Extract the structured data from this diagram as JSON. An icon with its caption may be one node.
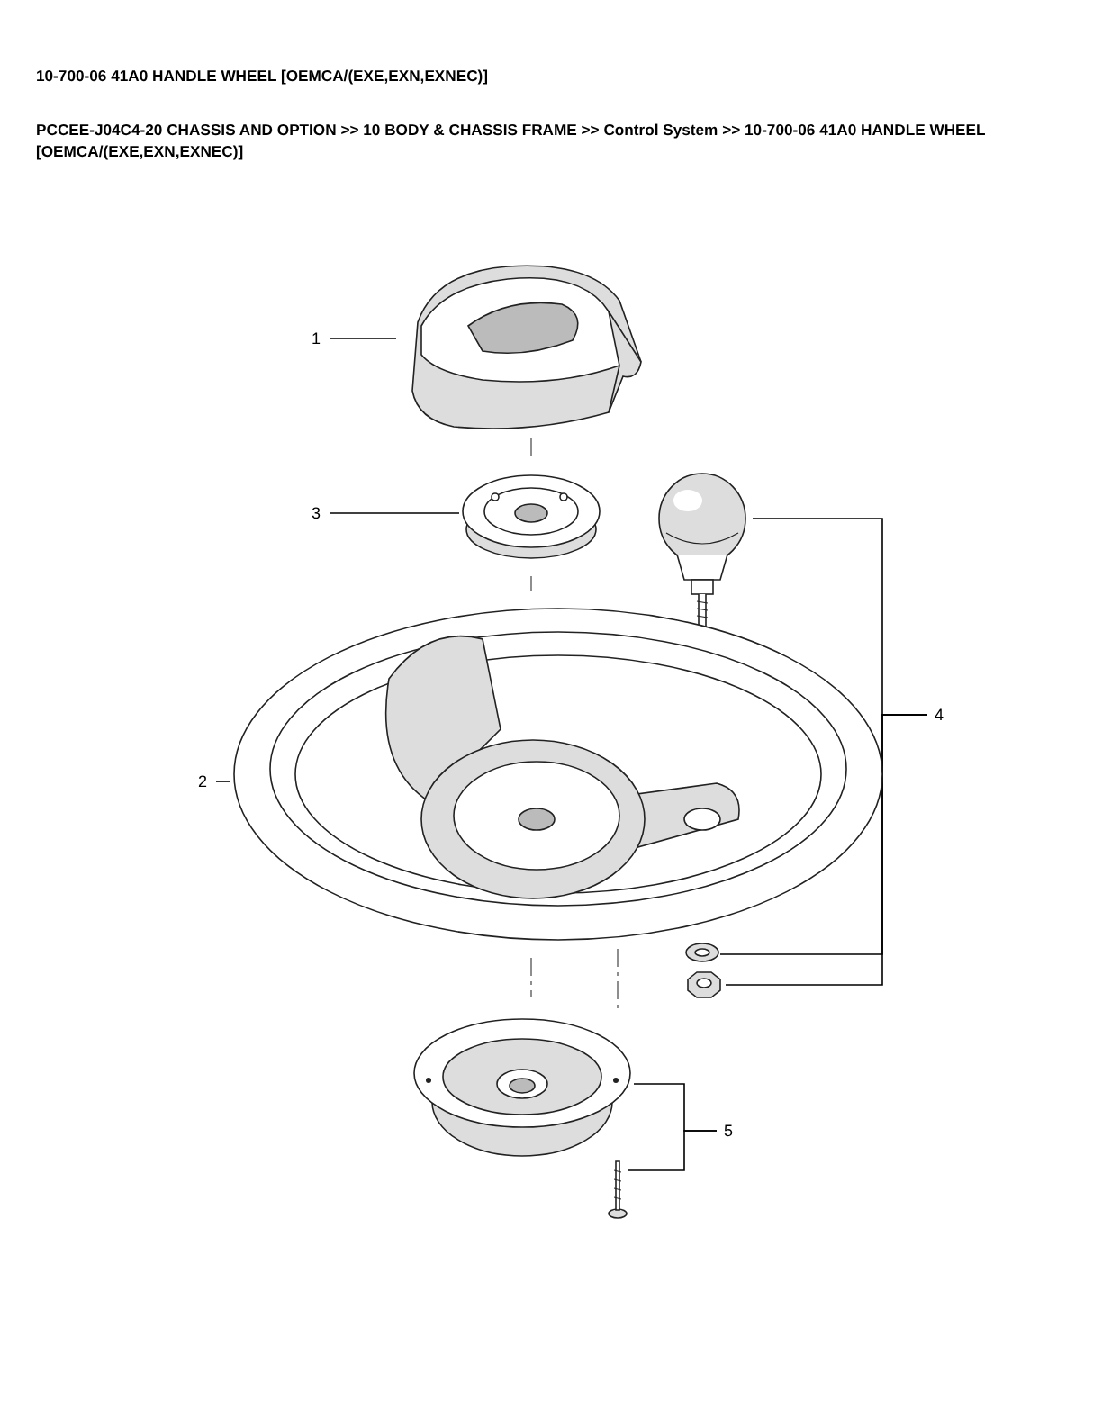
{
  "diagram": {
    "title": "10-700-06 41A0 HANDLE WHEEL [OEMCA/(EXE,EXN,EXNEC)]",
    "nodes": [
      {
        "text": [
          "1"
        ]
      },
      {
        "text": [],
        "shape": "picture"
      },
      {
        "text": [
          "3"
        ]
      },
      {
        "text": [],
        "shape": "picture"
      },
      {
        "text": [],
        "shape": "picture"
      },
      {
        "text": [
          "2"
        ]
      },
      {
        "text": [],
        "shape": "picture"
      },
      {
        "text": [
          "4"
        ]
      },
      {
        "text": [],
        "shape": "picture"
      },
      {
        "text": [],
        "shape": "picture"
      },
      {
        "text": [],
        "shape": "picture"
      },
      {
        "text": [
          "5"
        ]
      },
      {
        "text": [],
        "shape": "picture"
      }
    ],
    "edges": [
      {
        "from": 0,
        "to": 1,
        "arrow": "none"
      },
      {
        "from": 2,
        "to": 3,
        "arrow": "none"
      },
      {
        "from": 5,
        "to": 6,
        "arrow": "none"
      },
      {
        "from": 7,
        "to": 4,
        "arrow": "none"
      },
      {
        "from": 7,
        "to": 8,
        "arrow": "none"
      },
      {
        "from": 7,
        "to": 9,
        "arrow": "none"
      },
      {
        "from": 11,
        "to": 10,
        "arrow": "none"
      },
      {
        "from": 11,
        "to": 12,
        "arrow": "none"
      }
    ],
    "labels": [
      "PCCEE-J04C4-20 CHASSIS AND OPTION >> 10 BODY & CHASSIS FRAME >> Control System >> 10-700-06 41A0 HANDLE WHEEL [OEMCA/(EXE,EXN,EXNEC)]"
    ]
  }
}
